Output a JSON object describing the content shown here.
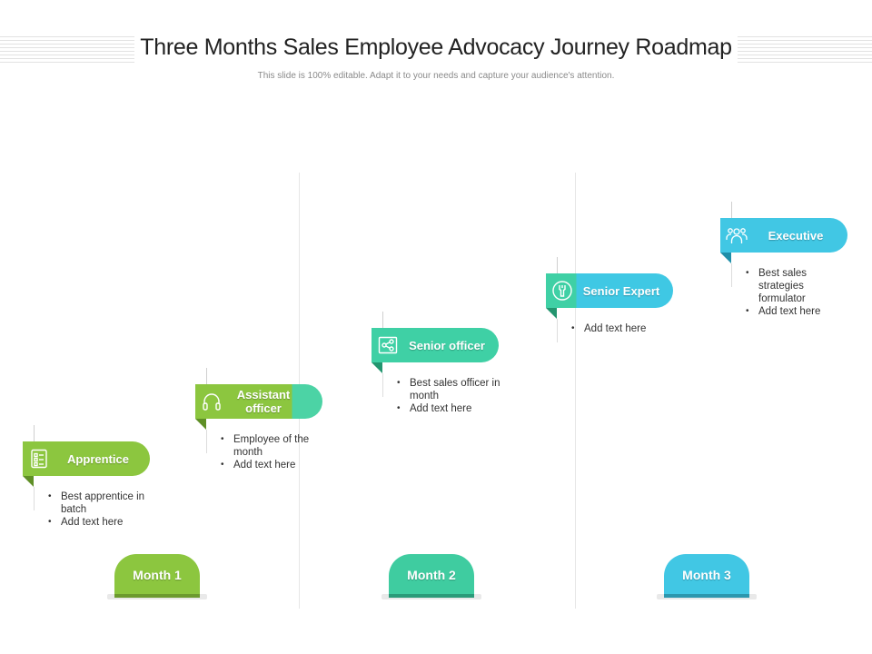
{
  "header": {
    "title": "Three Months Sales Employee Advocacy Journey Roadmap",
    "subtitle": "This slide is 100% editable. Adapt it to your needs and capture your audience's attention."
  },
  "milestones": [
    {
      "title": "Apprentice",
      "icon": "checklist-icon",
      "color": "#8cc63f",
      "bullets": [
        "Best apprentice in batch",
        "Add text here"
      ]
    },
    {
      "title": "Assistant officer",
      "icon": "headphones-icon",
      "color": "#8cc63f",
      "color_end": "#4cd3a5",
      "bullets": [
        "Employee of the month",
        "Add text here"
      ]
    },
    {
      "title": "Senior officer",
      "icon": "share-icon",
      "color": "#3fd0a5",
      "bullets": [
        "Best sales officer in month",
        "Add text here"
      ]
    },
    {
      "title": "Senior Expert",
      "icon": "wrench-icon",
      "color": "#3fd0a5",
      "color_end": "#3fc8e4",
      "bullets": [
        "Add text here"
      ]
    },
    {
      "title": "Executive",
      "icon": "team-icon",
      "color": "#41c7e4",
      "bullets": [
        "Best sales strategies formulator",
        "Add text here"
      ]
    }
  ],
  "months": [
    {
      "label": "Month 1",
      "color": "#8cc63f"
    },
    {
      "label": "Month 2",
      "color": "#3fcca0"
    },
    {
      "label": "Month 3",
      "color": "#41c7e4"
    }
  ]
}
